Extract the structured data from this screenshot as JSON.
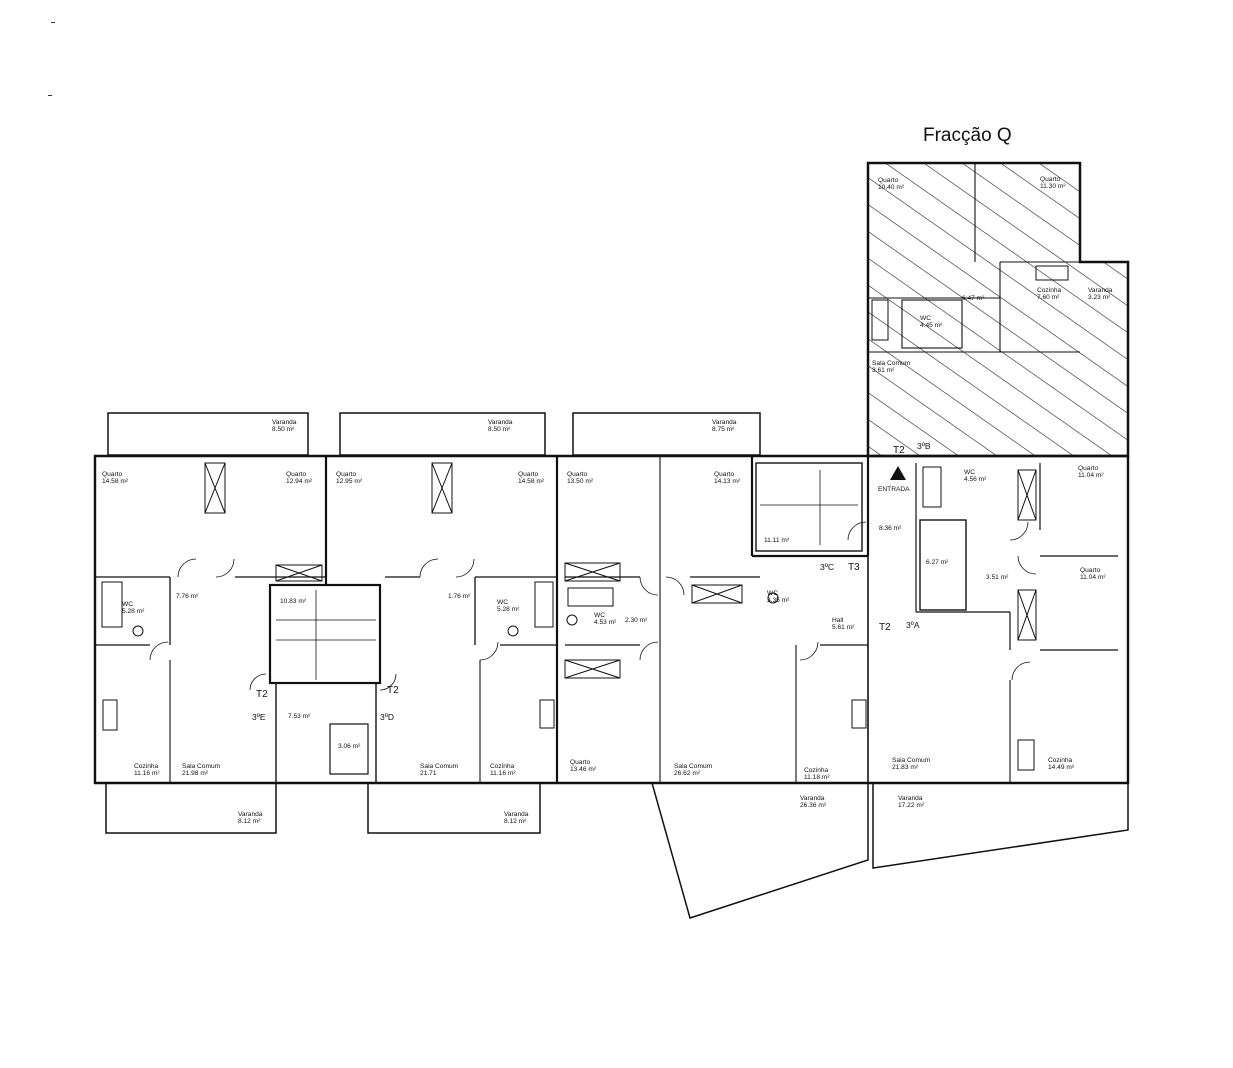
{
  "plan": {
    "title": "Fracção Q",
    "entrance": "ENTRADA",
    "units": [
      {
        "type": "T2",
        "name": "3ºE"
      },
      {
        "type": "T2",
        "name": "3ºD"
      },
      {
        "type": "T3",
        "name": "3ºC"
      },
      {
        "type": "T2",
        "name": "3ºA"
      },
      {
        "type": "T2",
        "name": "3ºB"
      }
    ],
    "rooms": [
      {
        "name": "Varanda",
        "area": "8.50 m²"
      },
      {
        "name": "Varanda",
        "area": "8.50 m²"
      },
      {
        "name": "Varanda",
        "area": "8.75 m²"
      },
      {
        "name": "Quarto",
        "area": "14.58 m²"
      },
      {
        "name": "Quarto",
        "area": "12.94 m²"
      },
      {
        "name": "Quarto",
        "area": "12.95 m²"
      },
      {
        "name": "Quarto",
        "area": "14.58 m²"
      },
      {
        "name": "Quarto",
        "area": "13.50 m²"
      },
      {
        "name": "Quarto",
        "area": "14.13 m²"
      },
      {
        "name": "WC",
        "area": "5.28 m²"
      },
      {
        "name": "",
        "area": "7.76 m²"
      },
      {
        "name": "",
        "area": "10.83 m²"
      },
      {
        "name": "",
        "area": "1.76 m²"
      },
      {
        "name": "WC",
        "area": "5.28 m²"
      },
      {
        "name": "WC",
        "area": "4.53 m²"
      },
      {
        "name": "",
        "area": "2.30 m²"
      },
      {
        "name": "WC",
        "area": "3.35 m²"
      },
      {
        "name": "Hall",
        "area": "5.61 m²"
      },
      {
        "name": "",
        "area": "11.11 m²"
      },
      {
        "name": "",
        "area": "7.53 m²"
      },
      {
        "name": "",
        "area": "3.06 m²"
      },
      {
        "name": "Cozinha",
        "area": "11.16 m²"
      },
      {
        "name": "Sala Comum",
        "area": "21.98 m²"
      },
      {
        "name": "Sala Comum",
        "area": "21.71"
      },
      {
        "name": "Cozinha",
        "area": "11.16 m²"
      },
      {
        "name": "Quarto",
        "area": "13.46 m²"
      },
      {
        "name": "Sala Comum",
        "area": "26.62 m²"
      },
      {
        "name": "Cozinha",
        "area": "11.18 m²"
      },
      {
        "name": "Varanda",
        "area": "8.12 m²"
      },
      {
        "name": "Varanda",
        "area": "8.12 m²"
      },
      {
        "name": "Varanda",
        "area": "26.36 m²"
      },
      {
        "name": "Varanda",
        "area": "17.22 m²"
      },
      {
        "name": "WC",
        "area": "4.56 m²"
      },
      {
        "name": "Quarto",
        "area": "11.04 m²"
      },
      {
        "name": "",
        "area": "8.36 m²"
      },
      {
        "name": "",
        "area": "6.27 m²"
      },
      {
        "name": "",
        "area": "3.51 m²"
      },
      {
        "name": "Quarto",
        "area": "11.04 m²"
      },
      {
        "name": "Sala Comum",
        "area": "21.83 m²"
      },
      {
        "name": "Cozinha",
        "area": "14.49 m²"
      },
      {
        "name": "Quarto",
        "area": "10.40 m²"
      },
      {
        "name": "Quarto",
        "area": "11.30 m²"
      },
      {
        "name": "",
        "area": "6.47 m²"
      },
      {
        "name": "Cozinha",
        "area": "7.60 m²"
      },
      {
        "name": "Varanda",
        "area": "3.23 m²"
      },
      {
        "name": "WC",
        "area": "4.45 m²"
      },
      {
        "name": "Sala Comum",
        "area": "3.61 m²"
      }
    ]
  }
}
